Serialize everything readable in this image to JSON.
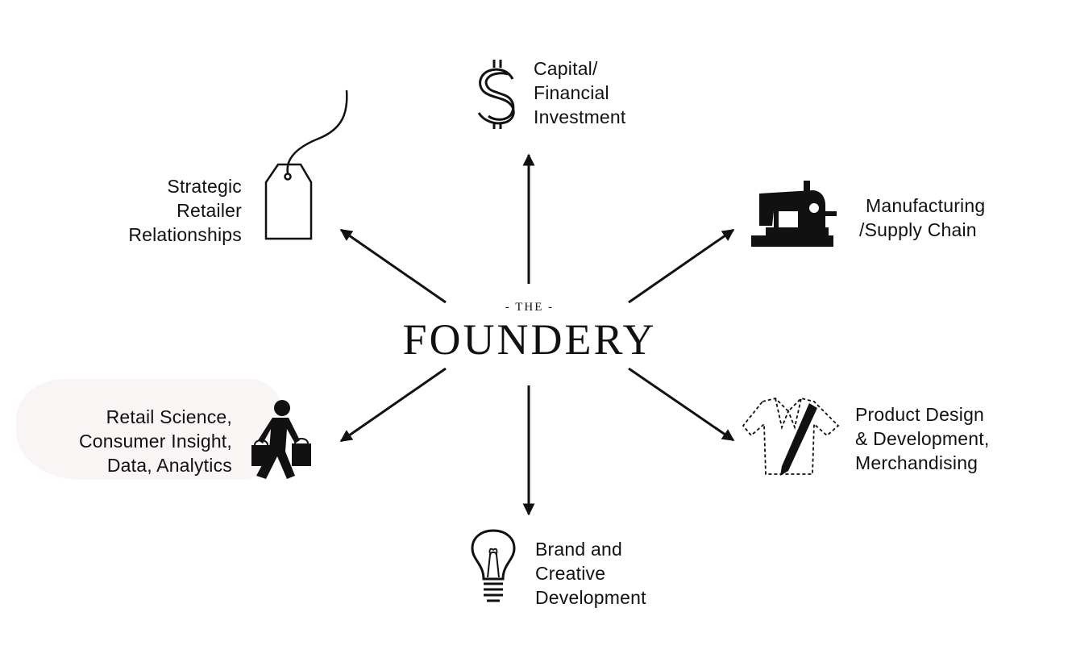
{
  "center": {
    "small": "- THE -",
    "main": "FOUNDERY"
  },
  "nodes": {
    "capital": {
      "icon": "dollar-sign-icon",
      "lines": [
        "Capital/",
        "Financial",
        "Investment"
      ]
    },
    "manufacturing": {
      "icon": "sewing-machine-icon",
      "lines": [
        "Manufacturing",
        "/Supply Chain"
      ]
    },
    "product": {
      "icon": "shirt-pencil-icon",
      "lines": [
        "Product Design",
        "& Development,",
        "Merchandising"
      ]
    },
    "brand": {
      "icon": "lightbulb-icon",
      "lines": [
        "Brand and",
        "Creative",
        "Development"
      ]
    },
    "retail_science": {
      "icon": "shopper-icon",
      "lines": [
        "Retail Science,",
        "Consumer Insight,",
        "Data, Analytics"
      ]
    },
    "retailer": {
      "icon": "price-tag-icon",
      "lines": [
        "Strategic",
        "Retailer",
        "Relationships"
      ]
    }
  }
}
